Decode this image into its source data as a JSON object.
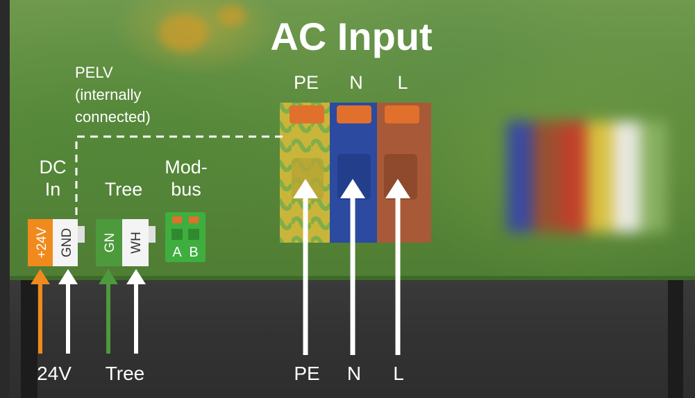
{
  "header": {
    "title": "AC Input"
  },
  "pelv_note": {
    "line1": "PELV",
    "line2": "(internally",
    "line3": "connected)"
  },
  "ac_terminal": {
    "labels": [
      "PE",
      "N",
      "L"
    ],
    "colors": {
      "pe": "#c9b53a",
      "n": "#2b4aa0",
      "l": "#b0603a",
      "clip": "#e0702c"
    }
  },
  "low_voltage": {
    "dc_in": {
      "line1": "DC",
      "line2": "In",
      "pin1": "+24V",
      "pin2": "GND",
      "color": "#f08a1c"
    },
    "tree": {
      "title": "Tree",
      "pin1": "GN",
      "pin2": "WH",
      "color": "#4c9a3c"
    },
    "modbus": {
      "line1": "Mod-",
      "line2": "bus",
      "pin1": "A",
      "pin2": "B",
      "color": "#3fae3f"
    }
  },
  "wire_labels": {
    "dc": "24V",
    "tree": "Tree",
    "pe": "PE",
    "n": "N",
    "l": "L"
  },
  "colors": {
    "arrow_white": "#ffffff",
    "arrow_orange": "#f08a1c",
    "arrow_green": "#4c9a3c"
  }
}
